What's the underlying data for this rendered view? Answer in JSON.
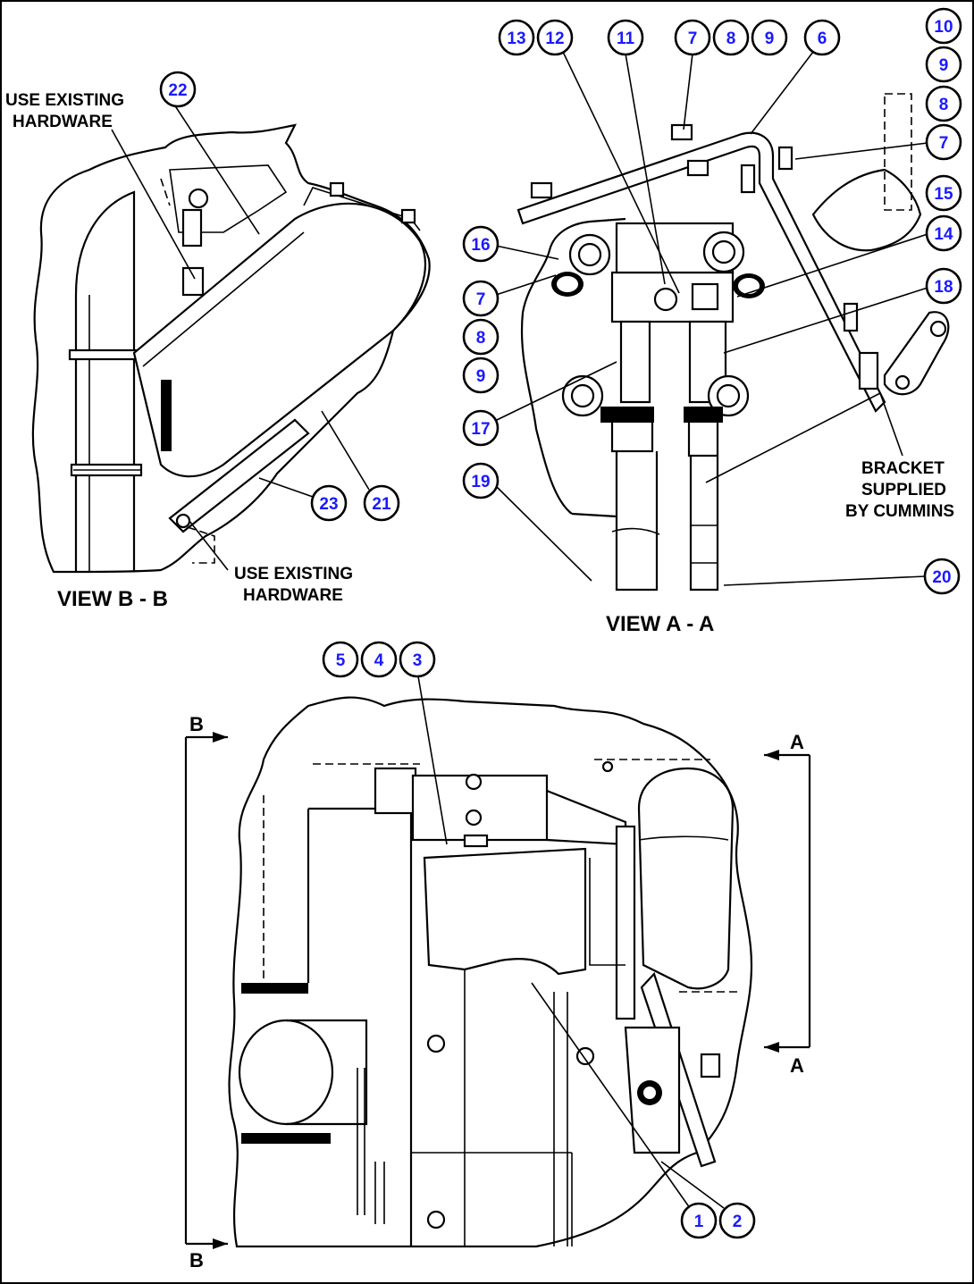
{
  "views": {
    "view_b": "VIEW B  - B",
    "view_a": "VIEW A - A"
  },
  "notes": {
    "use_existing_top_1": "USE EXISTING",
    "use_existing_top_2": "HARDWARE",
    "use_existing_bottom_1": "USE EXISTING",
    "use_existing_bottom_2": "HARDWARE",
    "bracket_1": "BRACKET",
    "bracket_2": "SUPPLIED",
    "bracket_3": "BY CUMMINS"
  },
  "section_marks": {
    "b_top": "B",
    "b_bottom": "B",
    "a_top": "A",
    "a_bottom": "A"
  },
  "callouts": {
    "c22": "22",
    "c23": "23",
    "c21": "21",
    "c13": "13",
    "c12": "12",
    "c11": "11",
    "c7a": "7",
    "c8a": "8",
    "c9a": "9",
    "c6": "6",
    "c10": "10",
    "c9b": "9",
    "c8b": "8",
    "c7b": "7",
    "c15": "15",
    "c14": "14",
    "c16": "16",
    "c7c": "7",
    "c8c": "8",
    "c9c": "9",
    "c18": "18",
    "c17": "17",
    "c19": "19",
    "c20": "20",
    "c5": "5",
    "c4": "4",
    "c3": "3",
    "c1": "1",
    "c2": "2"
  },
  "colors": {
    "callout_text": "#1a1aff",
    "line": "#000000",
    "background": "#ffffff"
  }
}
